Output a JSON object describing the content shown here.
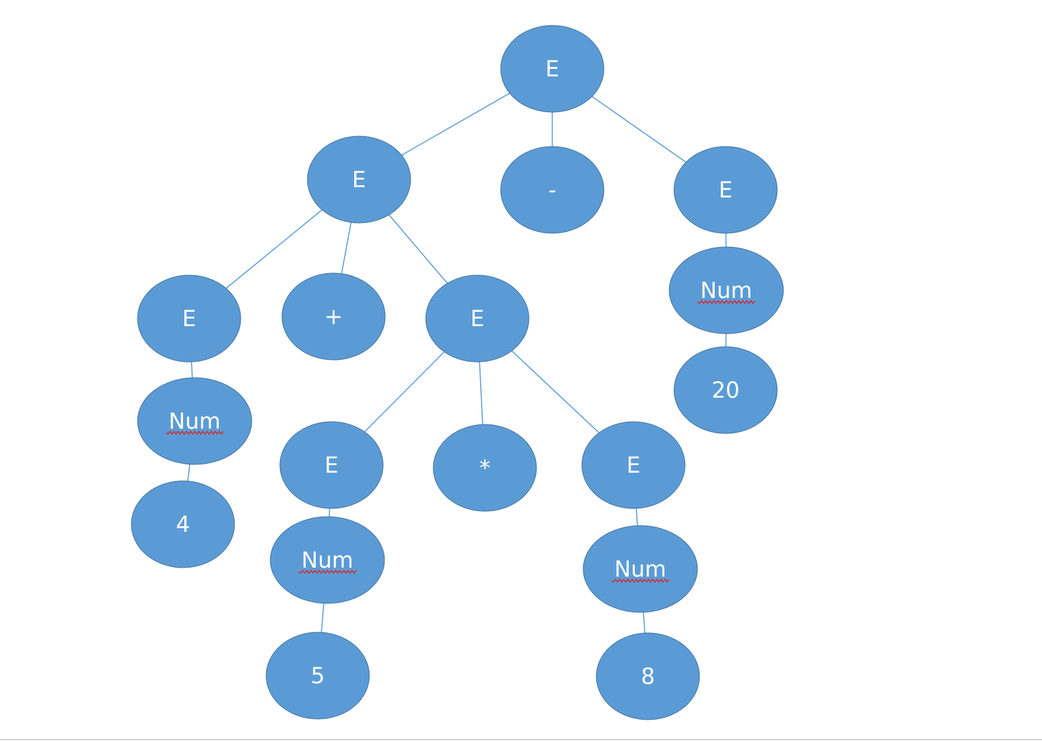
{
  "tree": {
    "nodes": [
      {
        "id": "root",
        "label": "E"
      },
      {
        "id": "e-left",
        "label": "E"
      },
      {
        "id": "minus",
        "label": "-"
      },
      {
        "id": "e-right",
        "label": "E"
      },
      {
        "id": "e-4",
        "label": "E"
      },
      {
        "id": "plus",
        "label": "+"
      },
      {
        "id": "e-mul",
        "label": "E"
      },
      {
        "id": "num-20",
        "label": "Num"
      },
      {
        "id": "val-20",
        "label": "20"
      },
      {
        "id": "num-4",
        "label": "Num"
      },
      {
        "id": "val-4",
        "label": "4"
      },
      {
        "id": "e-5",
        "label": "E"
      },
      {
        "id": "times",
        "label": "*"
      },
      {
        "id": "e-8",
        "label": "E"
      },
      {
        "id": "num-5",
        "label": "Num"
      },
      {
        "id": "val-5",
        "label": "5"
      },
      {
        "id": "num-8",
        "label": "Num"
      },
      {
        "id": "val-8",
        "label": "8"
      }
    ],
    "edges": [
      [
        "root",
        "e-left"
      ],
      [
        "root",
        "minus"
      ],
      [
        "root",
        "e-right"
      ],
      [
        "e-left",
        "e-4"
      ],
      [
        "e-left",
        "plus"
      ],
      [
        "e-left",
        "e-mul"
      ],
      [
        "e-right",
        "num-20"
      ],
      [
        "num-20",
        "val-20"
      ],
      [
        "e-4",
        "num-4"
      ],
      [
        "num-4",
        "val-4"
      ],
      [
        "e-mul",
        "e-5"
      ],
      [
        "e-mul",
        "times"
      ],
      [
        "e-mul",
        "e-8"
      ],
      [
        "e-5",
        "num-5"
      ],
      [
        "num-5",
        "val-5"
      ],
      [
        "e-8",
        "num-8"
      ],
      [
        "num-8",
        "val-8"
      ]
    ],
    "colors": {
      "node_fill": "#5b9bd5",
      "node_border": "#41719c",
      "edge": "#5b9bd5",
      "label": "#ffffff",
      "spellcheck_underline": "#e02020"
    }
  }
}
